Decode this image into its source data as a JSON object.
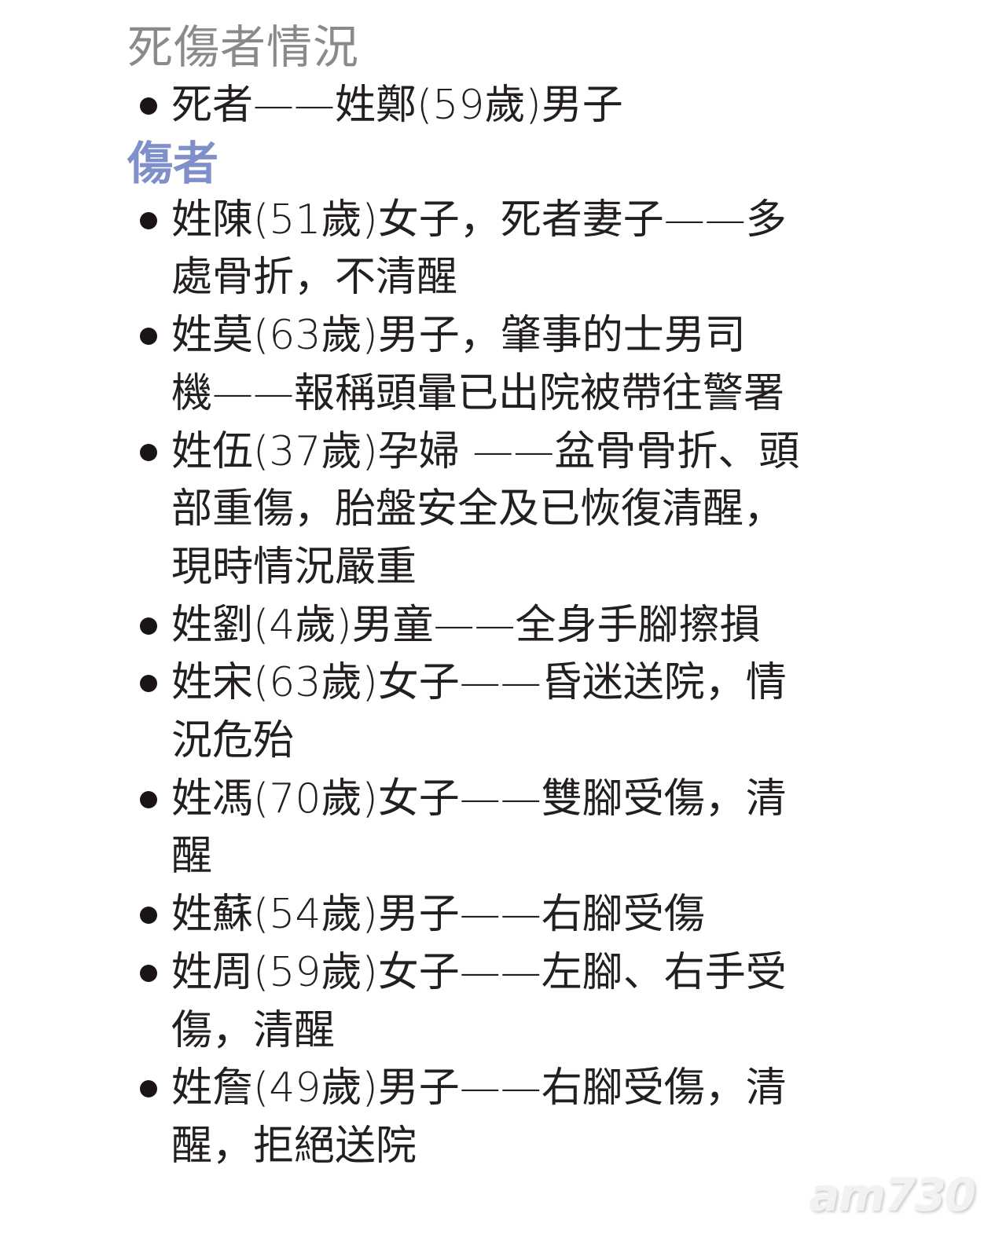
{
  "title": "死傷者情況",
  "deceased": {
    "lines": [
      "死者——姓鄭(59歲)男子"
    ]
  },
  "injured_heading": "傷者",
  "injured": [
    {
      "lines": [
        "姓陳(51歲)女子，死者妻子——多",
        "處骨折，不清醒"
      ]
    },
    {
      "lines": [
        "姓莫(63歲)男子，肇事的士男司",
        "機——報稱頭暈已出院被帶往警署"
      ]
    },
    {
      "lines": [
        "姓伍(37歲)孕婦 ——盆骨骨折、頭",
        "部重傷，胎盤安全及已恢復清醒，",
        "現時情況嚴重"
      ]
    },
    {
      "lines": [
        "姓劉(4歲)男童——全身手腳擦損"
      ]
    },
    {
      "lines": [
        "姓宋(63歲)女子——昏迷送院，情",
        "況危殆"
      ]
    },
    {
      "lines": [
        "姓馮(70歲)女子——雙腳受傷，清",
        "醒"
      ]
    },
    {
      "lines": [
        "姓蘇(54歲)男子——右腳受傷"
      ]
    },
    {
      "lines": [
        "姓周(59歲)女子——左腳、右手受",
        "傷，清醒"
      ]
    },
    {
      "lines": [
        "姓詹(49歲)男子——右腳受傷，清",
        "醒，拒絕送院"
      ]
    }
  ],
  "watermark": "am730"
}
